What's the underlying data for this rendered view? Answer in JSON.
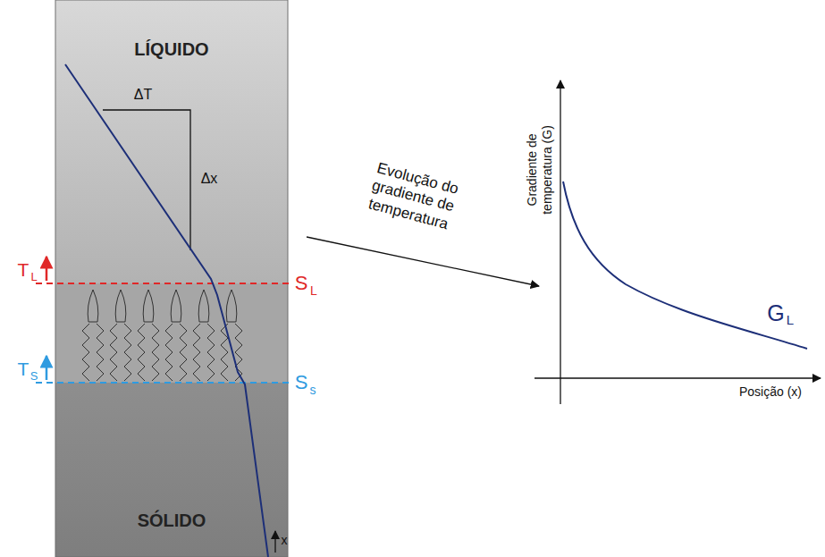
{
  "diagram": {
    "labels": [
      "LÍQUIDO",
      "ΔT",
      "Δx",
      "T",
      "L",
      "S",
      "L",
      "T",
      "S",
      "S",
      "s",
      "SÓLIDO",
      "x",
      "Evolução do gradiente de temperatura",
      "Gradiente de temperatura (G)",
      "G",
      "L",
      "Posição (x)"
    ]
  }
}
